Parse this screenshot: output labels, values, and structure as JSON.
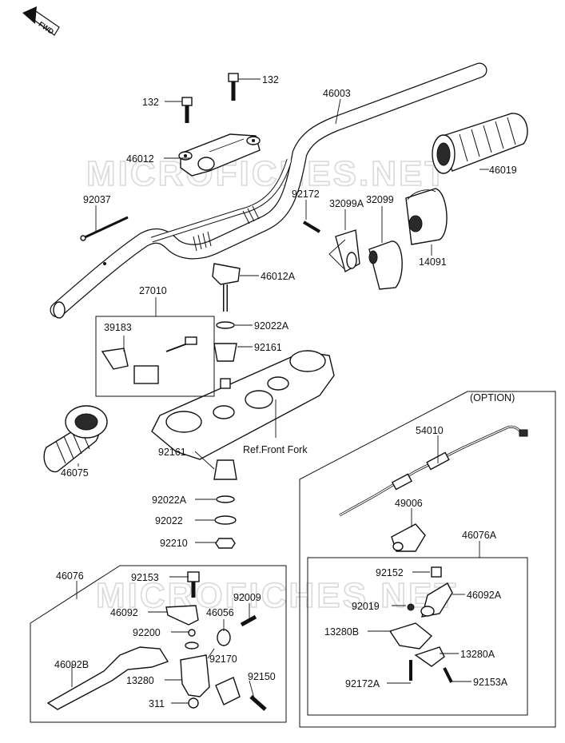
{
  "fwd_badge": "FWD",
  "watermark": "MICROFICHES.NET",
  "option_label": "(OPTION)",
  "ref_front_fork": "Ref.Front Fork",
  "parts": {
    "p132_top": "132",
    "p132_left": "132",
    "p46003": "46003",
    "p46012": "46012",
    "p46019": "46019",
    "p92037": "92037",
    "p92172": "92172",
    "p32099A": "32099A",
    "p32099": "32099",
    "p14091": "14091",
    "p46012A": "46012A",
    "p27010": "27010",
    "p39183": "39183",
    "p92022A_top": "92022A",
    "p92161_top": "92161",
    "p46075": "46075",
    "p92161_bottom": "92161",
    "p92022A_bottom": "92022A",
    "p92022": "92022",
    "p92210": "92210",
    "p54010": "54010",
    "p49006": "49006",
    "p46076A": "46076A",
    "p92152": "92152",
    "p46092A": "46092A",
    "p92019": "92019",
    "p13280B": "13280B",
    "p13280A": "13280A",
    "p92172A": "92172A",
    "p92153A": "92153A",
    "p46076": "46076",
    "p92153": "92153",
    "p46092": "46092",
    "p92009": "92009",
    "p46056": "46056",
    "p92200": "92200",
    "p46092B": "46092B",
    "p92170": "92170",
    "p13280": "13280",
    "p92150": "92150",
    "p311": "311"
  }
}
